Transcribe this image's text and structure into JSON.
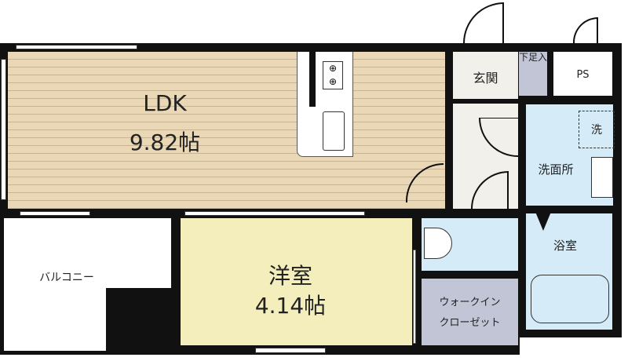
{
  "rooms": {
    "ldk": {
      "name": "LDK",
      "size": "9.82帖"
    },
    "western": {
      "name": "洋室",
      "size": "4.14帖"
    },
    "entrance": "玄関",
    "shoe_storage": "下足入",
    "ps": "PS",
    "washroom": "洗面所",
    "washer": "洗",
    "bathroom": "浴室",
    "balcony": "バルコニー",
    "walk_in_closet_line1": "ウォークイン",
    "walk_in_closet_line2": "クローゼット"
  },
  "colors": {
    "ldk": "#ead7b5",
    "western": "#f3eebb",
    "wet": "#d5ebf7",
    "storage": "#c1c5d5",
    "hall": "#f2f0eb"
  }
}
